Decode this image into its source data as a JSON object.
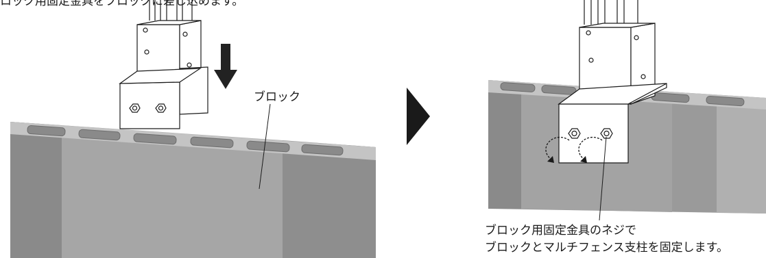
{
  "captions": {
    "top_instruction": "ロック用固定金具をブロックに差し込めます。",
    "block_label": "ブロック",
    "screw_note_line1": "ブロック用固定金具のネジで",
    "screw_note_line2": "ブロックとマルチフェンス支柱を固定します。"
  },
  "colors": {
    "block_face": "#9a9a9a",
    "block_light": "#b3b3b3",
    "block_dark": "#7d7d7d",
    "block_top": "#c4c4c4",
    "metal": "#ffffff",
    "line": "#1a1a1a",
    "arrow": "#222222"
  },
  "icons": {
    "down_arrow": "down-arrow-icon",
    "next_step": "play-triangle-icon",
    "rotate": "rotate-arrow-icon"
  }
}
